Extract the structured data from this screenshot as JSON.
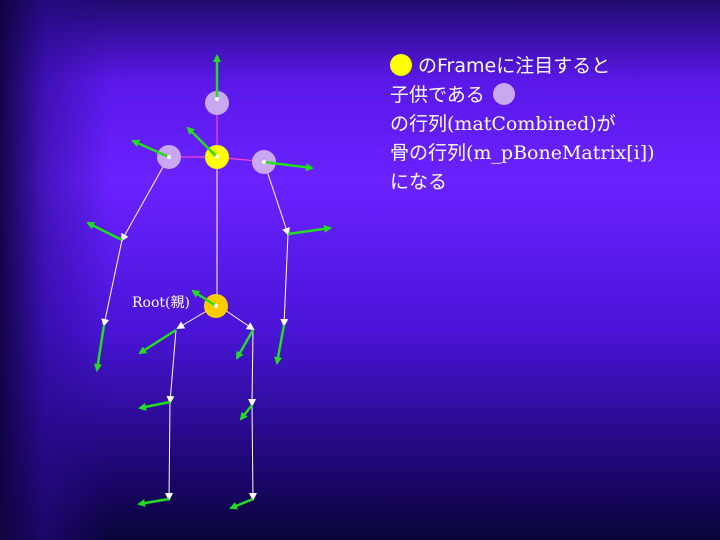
{
  "caption": {
    "line1_text": "のFrameに注目すると",
    "line2_text": "子供である",
    "line3_text": "の行列(matCombined)が",
    "line4_text": "骨の行列(m_pBoneMatrix[i])",
    "line5_text": "になる"
  },
  "root_label": "Root(親)",
  "colors": {
    "frame_joint": "#ffff00",
    "frame_joint_large": "#ffcc00",
    "child_joint": "#c8a8ee",
    "bone_line": "#ffffff",
    "axis_arrow": "#22dd22",
    "highlight_link": "#ff44cc",
    "background_top": "#5a18e8",
    "background_bottom": "#0a0438"
  },
  "legend_icons": [
    "frame-joint-dot-icon",
    "child-joint-dot-icon"
  ]
}
